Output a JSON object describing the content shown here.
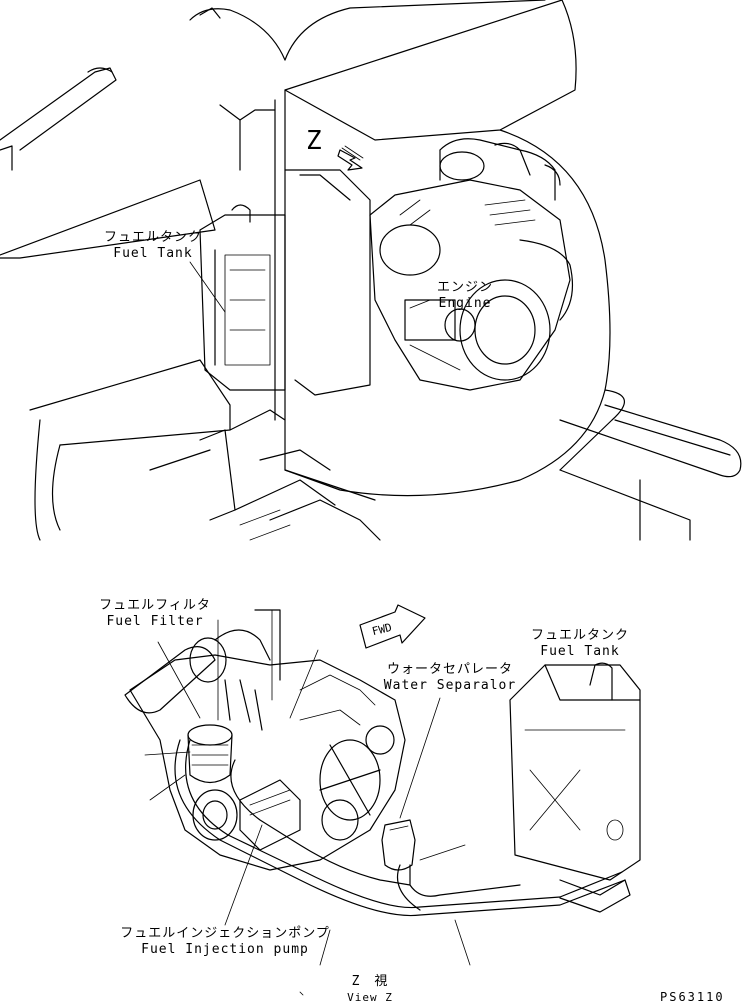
{
  "top_view": {
    "z_marker": "Z",
    "fuel_tank": {
      "jp": "フュエルタンク",
      "en": "Fuel Tank"
    },
    "engine": {
      "jp": "エンジン",
      "en": "Engine"
    }
  },
  "bottom_view": {
    "fwd_label": "FWD",
    "fuel_filter": {
      "jp": "フュエルフィルタ",
      "en": "Fuel Filter"
    },
    "water_separator": {
      "jp": "ウォータセパレータ",
      "en": "Water Separalor"
    },
    "fuel_tank": {
      "jp": "フュエルタンク",
      "en": "Fuel Tank"
    },
    "injection_pump": {
      "jp": "フュエルインジェクションポンプ",
      "en": "Fuel Injection pump"
    },
    "view_caption": {
      "jp": "Z　視",
      "en": "View Z"
    }
  },
  "drawing_code": "PS63110"
}
